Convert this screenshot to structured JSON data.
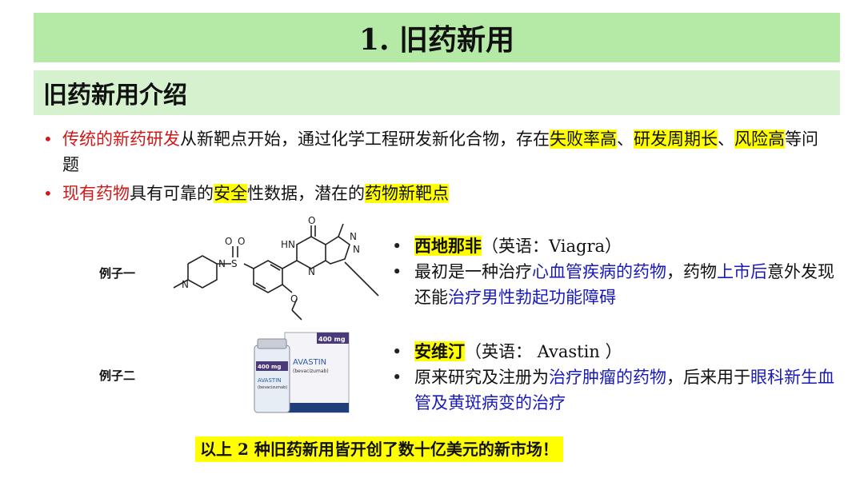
{
  "title": "1. 旧药新用",
  "subtitle": "旧药新用介绍",
  "bullet_marker": "•",
  "bullet1": {
    "red": "传统的新药研发",
    "t1": "从新靶点开始，通过化学工程研发新化合物，存在",
    "h1": "失败率高",
    "t2": "、",
    "h2": "研发周期长",
    "t3": "、",
    "h3": "风险高",
    "t4": "等问题"
  },
  "bullet2": {
    "red": "现有药物",
    "t1": "具有可靠的",
    "h1": "安全",
    "t2": "性数据，潜在的",
    "h2": "药物新靶点"
  },
  "example1": {
    "label": "例子一",
    "name": "西地那非",
    "name_en": "（英语：Viagra）",
    "d1": "最初是一种治疗",
    "d1_blue": "心血管疾病的药物",
    "d2": "，药物",
    "d2_blue": "上市后",
    "d3": "意外发现还能",
    "d3_blue": "治疗男性勃起功能障碍"
  },
  "molecule_labels": {
    "o_top": "O",
    "o_s1": "O",
    "o_s2": "O",
    "s": "S",
    "hn": "HN",
    "n1": "N",
    "n2": "N",
    "n3": "N",
    "n4": "N",
    "n5": "N",
    "o_eth": "O"
  },
  "example2": {
    "label": "例子二",
    "name": "安维汀",
    "name_en": "（英语： Avastin ）",
    "d1": "原来研究及注册为",
    "d1_blue": "治疗肿瘤的药物",
    "d2": "，后来用于",
    "d2_blue": "眼科新生血管及黄斑病变的治疗"
  },
  "drug_image": {
    "dose": "400 mg",
    "brand": "AVASTIN",
    "generic": "(bevacizumab)"
  },
  "footer": "以上 2 种旧药新用皆开创了数十亿美元的新市场！",
  "colors": {
    "title_bg": "#b5eaa6",
    "subtitle_bg": "#d5f1ce",
    "highlight": "#ffff00",
    "red": "#d01818",
    "blue": "#1a1ab8"
  }
}
